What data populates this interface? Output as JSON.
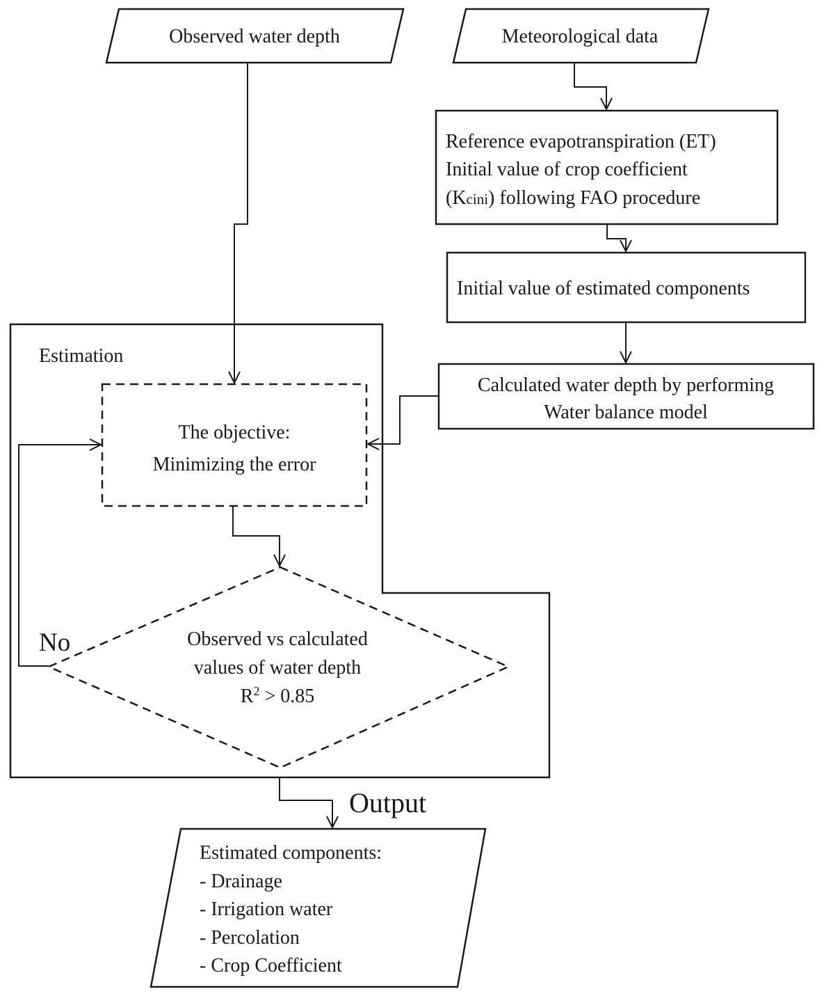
{
  "nodes": {
    "observed_input": {
      "label": "Observed water depth"
    },
    "meteo_input": {
      "label": "Meteorological data"
    },
    "reference_et": {
      "line1": "Reference evapotranspiration (ET)",
      "line2": "Initial value of crop coefficient",
      "line3_pre": "(K",
      "line3_sub": "cini",
      "line3_post": ") following FAO procedure"
    },
    "initial_values": {
      "label": "Initial value of estimated components"
    },
    "water_balance": {
      "line1": "Calculated water depth by performing",
      "line2": "Water balance model"
    },
    "estimation_group": {
      "label": "Estimation"
    },
    "objective": {
      "line1": "The objective:",
      "line2": "Minimizing the error"
    },
    "decision": {
      "line1": "Observed vs calculated",
      "line2": "values of water depth",
      "line3_pre": "R",
      "line3_sup": "2",
      "line3_post": " > 0.85"
    },
    "output_box": {
      "title": "Estimated components:",
      "items": [
        "- Drainage",
        "- Irrigation water",
        "- Percolation",
        "- Crop Coefficient"
      ]
    }
  },
  "edge_labels": {
    "no": "No",
    "output": "Output"
  }
}
